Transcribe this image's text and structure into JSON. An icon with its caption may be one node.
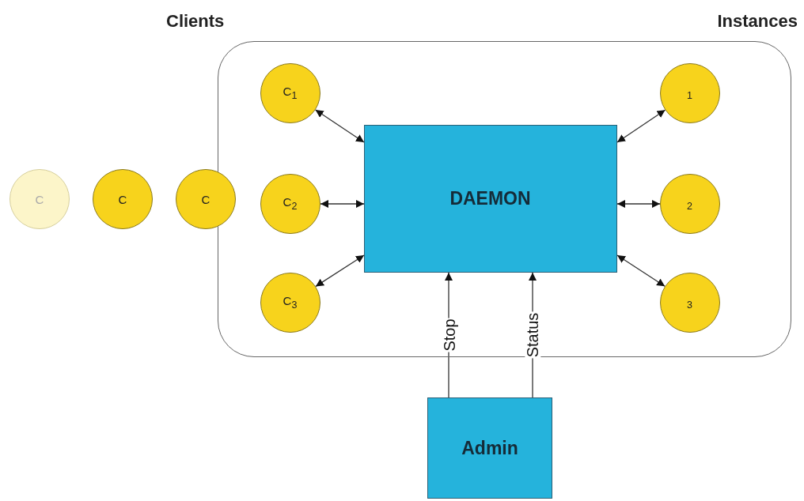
{
  "diagram": {
    "nodes": [
      {
        "text": [],
        "shape": "box"
      },
      {
        "text": [
          "C"
        ]
      },
      {
        "text": [
          "C"
        ]
      },
      {
        "text": [
          "C"
        ]
      },
      {
        "text": [
          "C$_{1}$"
        ],
        "in": 0
      },
      {
        "text": [
          "C$_{2}$"
        ],
        "in": 0
      },
      {
        "text": [
          "C$_{3}$"
        ],
        "in": 0
      },
      {
        "text": [
          "DAEMON"
        ],
        "in": 0
      },
      {
        "text": [
          "$_{1}$"
        ],
        "in": 0
      },
      {
        "text": [
          "$_{2}$"
        ],
        "in": 0
      },
      {
        "text": [
          "$_{3}$"
        ],
        "in": 0
      },
      {
        "text": [
          "Admin"
        ]
      }
    ],
    "edges": [
      {
        "from": 4,
        "to": 7,
        "arrow": "both"
      },
      {
        "from": 5,
        "to": 7,
        "arrow": "both"
      },
      {
        "from": 6,
        "to": 7,
        "arrow": "both"
      },
      {
        "from": 7,
        "to": 8,
        "arrow": "both"
      },
      {
        "from": 7,
        "to": 9,
        "arrow": "both"
      },
      {
        "from": 7,
        "to": 10,
        "arrow": "both"
      },
      {
        "from": 11,
        "to": 7,
        "arrow": "to",
        "label": "Stop"
      },
      {
        "from": 11,
        "to": 7,
        "arrow": "to",
        "label": "Status"
      }
    ],
    "labels": [
      "Clients",
      "Instances"
    ]
  }
}
